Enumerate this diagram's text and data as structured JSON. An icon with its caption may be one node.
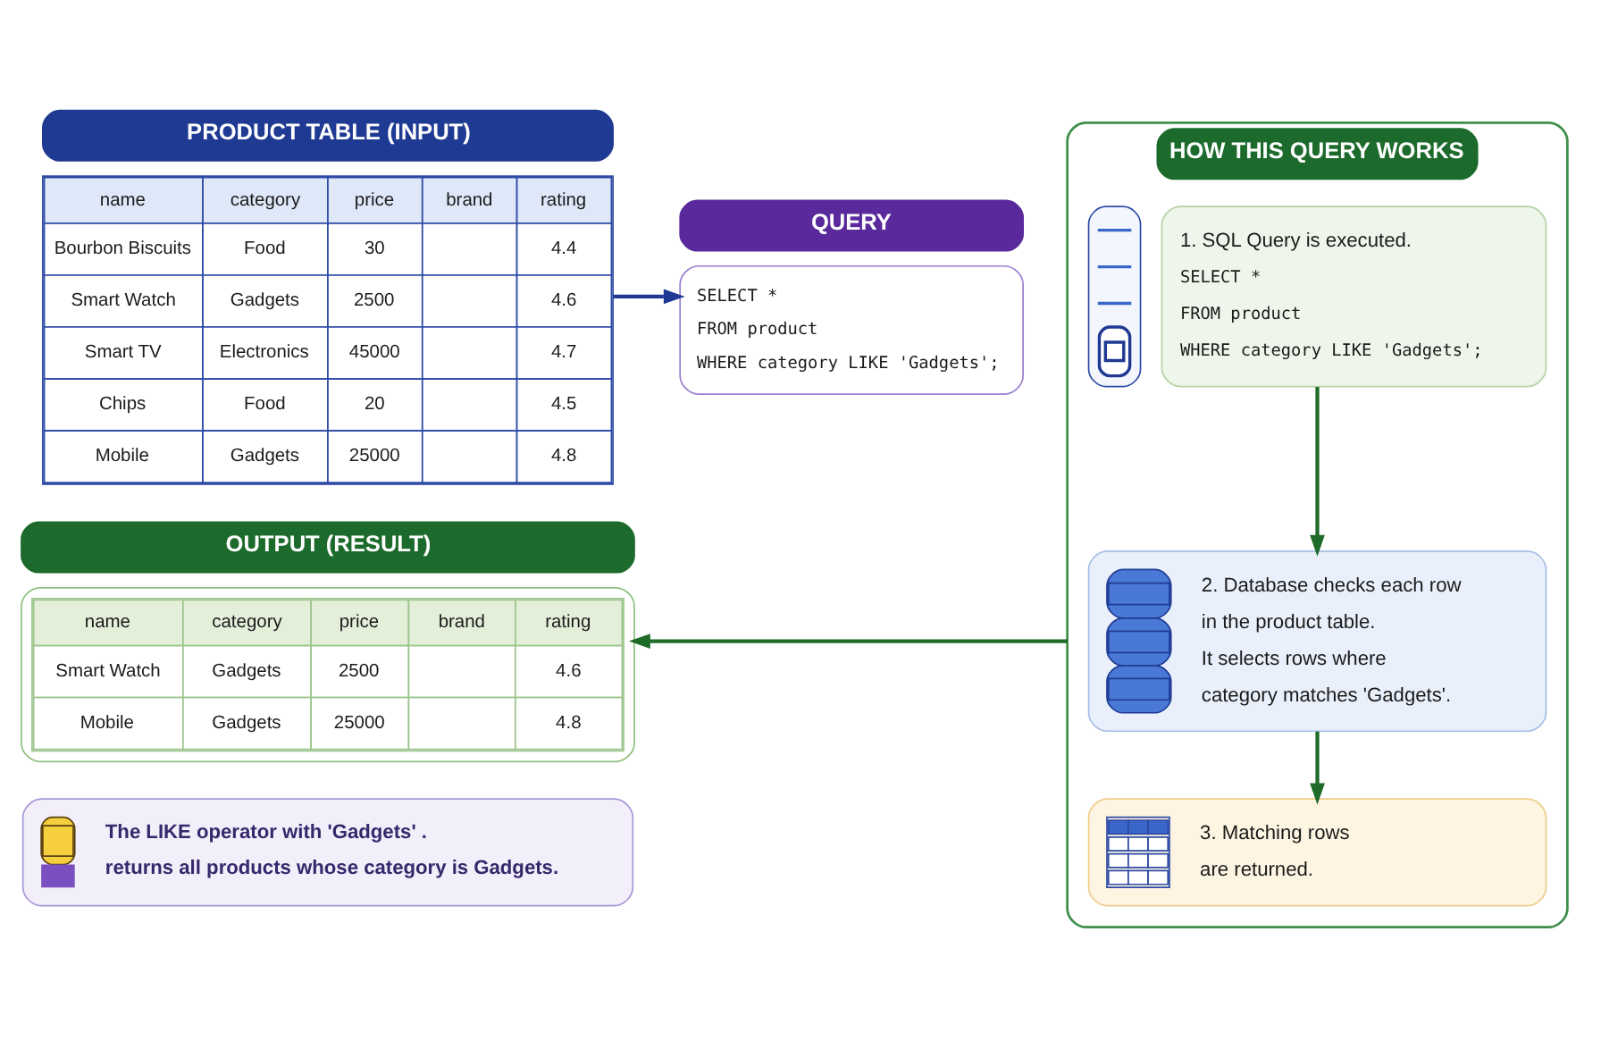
{
  "diagram": {
    "nodes": [
      {
        "text": [
          "PRODUCT TABLE (INPUT)",
          "name",
          "category",
          "price",
          "brand",
          "rating",
          "Bourbon Biscuits",
          "Food",
          "30",
          "4.4",
          "Smart Watch",
          "Gadgets",
          "2500",
          "4.6",
          "Smart TV",
          "Electronics",
          "45000",
          "4.7",
          "Chips",
          "Food",
          "20",
          "4.5",
          "Mobile",
          "Gadgets",
          "25000",
          "4.8"
        ]
      },
      {
        "text": [
          "QUERY",
          "SELECT * FROM product WHERE category LIKE 'Gadgets';"
        ]
      },
      {
        "text": [
          "HOW THIS QUERY WORKS"
        ]
      },
      {
        "text": [
          "1. SQL Query is executed.",
          "SELECT * FROM product WHERE category LIKE 'Gadgets';"
        ],
        "in": 2
      },
      {
        "text": [
          "2. Database checks each row in the product table.",
          "It selects rows where category matches 'Gadgets'."
        ],
        "in": 2
      },
      {
        "text": [
          "3. Matching rows are returned."
        ],
        "in": 2
      },
      {
        "text": [
          "OUTPUT (RESULT)",
          "name",
          "category",
          "price",
          "brand",
          "rating",
          "Smart Watch",
          "Gadgets",
          "2500",
          "4.6",
          "Mobile",
          "Gadgets",
          "25000",
          "4.8"
        ]
      },
      {
        "text": [
          "The LIKE operator with 'Gadgets' . returns all products whose category is Gadgets."
        ]
      }
    ],
    "edges": [
      {
        "from": 0,
        "to": 1,
        "arrow": "to",
        "color": "#1f3a93"
      },
      {
        "from": 3,
        "to": 4,
        "arrow": "to"
      },
      {
        "from": 4,
        "to": 5,
        "arrow": "to"
      },
      {
        "from": 2,
        "to": 6,
        "arrow": "to"
      }
    ]
  }
}
